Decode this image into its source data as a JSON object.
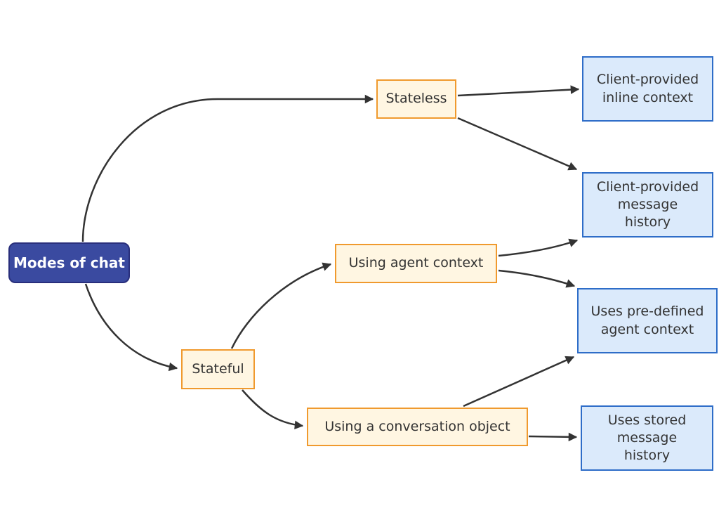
{
  "diagram": {
    "type": "flowchart",
    "direction": "left-to-right",
    "colors": {
      "root_fill": "#3A4AA0",
      "root_border": "#292F7C",
      "root_text": "#FFFFFF",
      "branch_fill": "#FFF6E2",
      "branch_border": "#F09A2E",
      "leaf_fill": "#DBEAFB",
      "leaf_border": "#2E6DC8",
      "edge": "#333333",
      "text": "#333333"
    },
    "nodes": {
      "root": {
        "label": "Modes of chat"
      },
      "stateless": {
        "label": "Stateless"
      },
      "stateful": {
        "label": "Stateful"
      },
      "inline_context": {
        "label": "Client-provided inline context"
      },
      "message_history": {
        "label": "Client-provided message history"
      },
      "agent_context": {
        "label": "Using agent context"
      },
      "conversation_object": {
        "label": "Using a conversation object"
      },
      "predefined_context": {
        "label": "Uses pre-defined agent context"
      },
      "stored_history": {
        "label": "Uses stored message history"
      }
    },
    "edges": [
      {
        "from": "modes-of-chat",
        "to": "stateless"
      },
      {
        "from": "modes-of-chat",
        "to": "stateful"
      },
      {
        "from": "stateless",
        "to": "client-provided-inline-context"
      },
      {
        "from": "stateless",
        "to": "client-provided-message-history"
      },
      {
        "from": "stateful",
        "to": "using-agent-context"
      },
      {
        "from": "stateful",
        "to": "using-a-conversation-object"
      },
      {
        "from": "using-agent-context",
        "to": "client-provided-message-history"
      },
      {
        "from": "using-agent-context",
        "to": "uses-pre-defined-agent-context"
      },
      {
        "from": "using-a-conversation-object",
        "to": "uses-pre-defined-agent-context"
      },
      {
        "from": "using-a-conversation-object",
        "to": "uses-stored-message-history"
      }
    ]
  }
}
